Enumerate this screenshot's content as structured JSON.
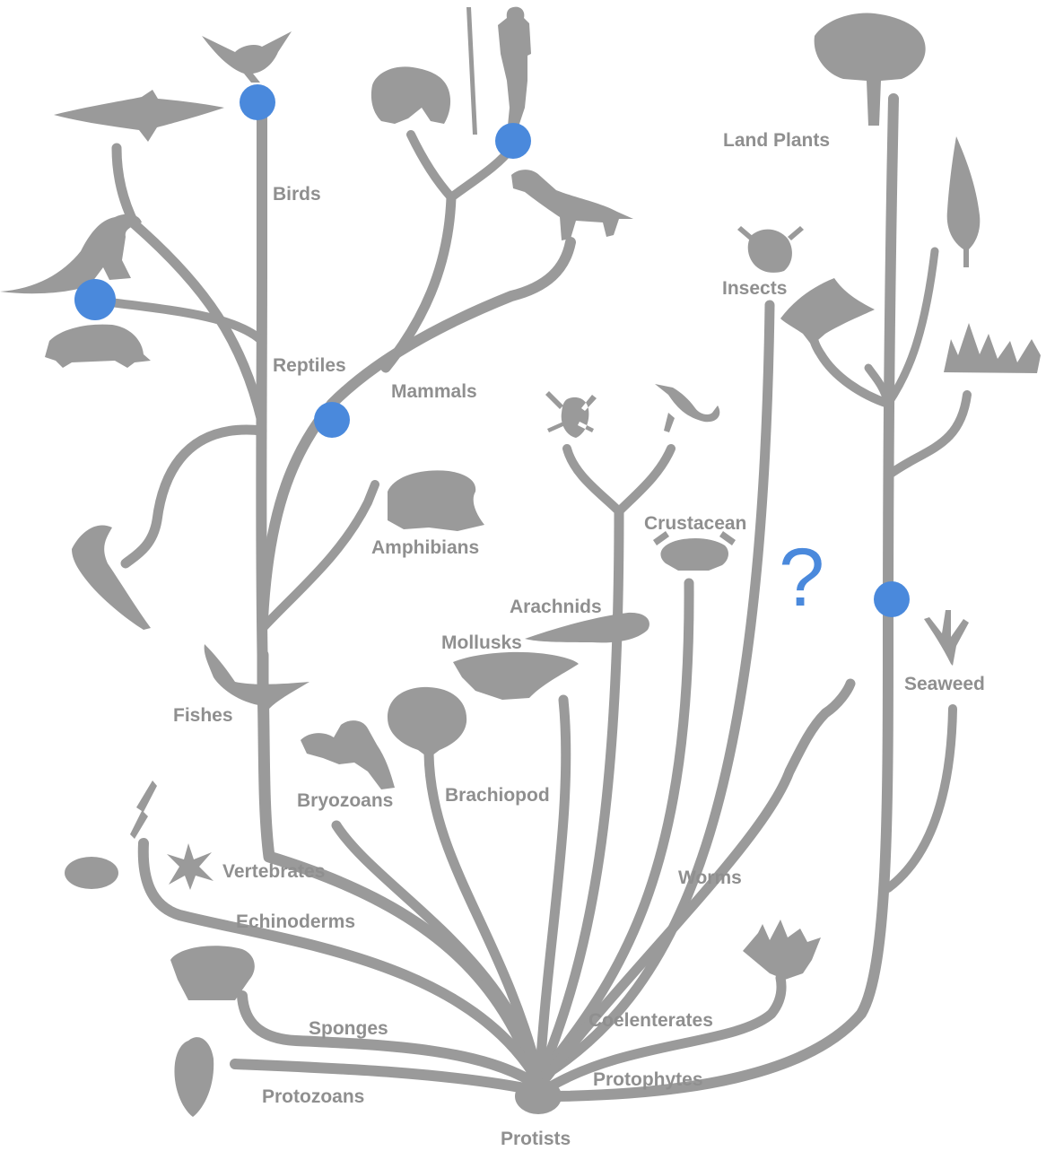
{
  "labels": {
    "birds": "Birds",
    "reptiles": "Reptiles",
    "mammals": "Mammals",
    "amphibians": "Amphibians",
    "fishes": "Fishes",
    "land_plants": "Land Plants",
    "insects": "Insects",
    "crustacean": "Crustacean",
    "arachnids": "Arachnids",
    "mollusks": "Mollusks",
    "seaweed": "Seaweed",
    "bryozoans": "Bryozoans",
    "brachiopod": "Brachiopod",
    "vertebrates": "Vertebrates",
    "worms": "Worms",
    "echinoderms": "Echinoderms",
    "sponges": "Sponges",
    "coelenterates": "Coelenterates",
    "protophytes": "Protophytes",
    "protozoans": "Protozoans",
    "protists": "Protists"
  },
  "question_mark": "?",
  "colors": {
    "branch": "#9a9a9a",
    "label": "#8f8f8f",
    "marker": "#4a89dc",
    "question": "#4a89dc"
  }
}
